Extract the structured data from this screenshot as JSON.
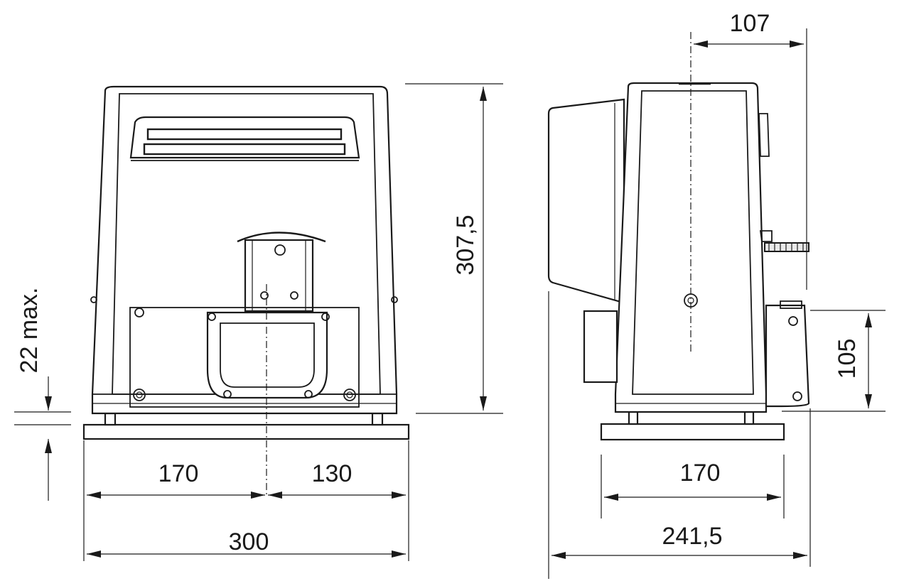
{
  "front_view": {
    "dim_total_height": "307,5",
    "dim_foundation": "22 max.",
    "dim_left_of_axis": "170",
    "dim_right_of_axis": "130",
    "dim_total_width": "300"
  },
  "side_view": {
    "dim_axis_to_back": "107",
    "dim_pinion_height": "105",
    "dim_base_width": "170",
    "dim_total_depth": "241,5"
  }
}
